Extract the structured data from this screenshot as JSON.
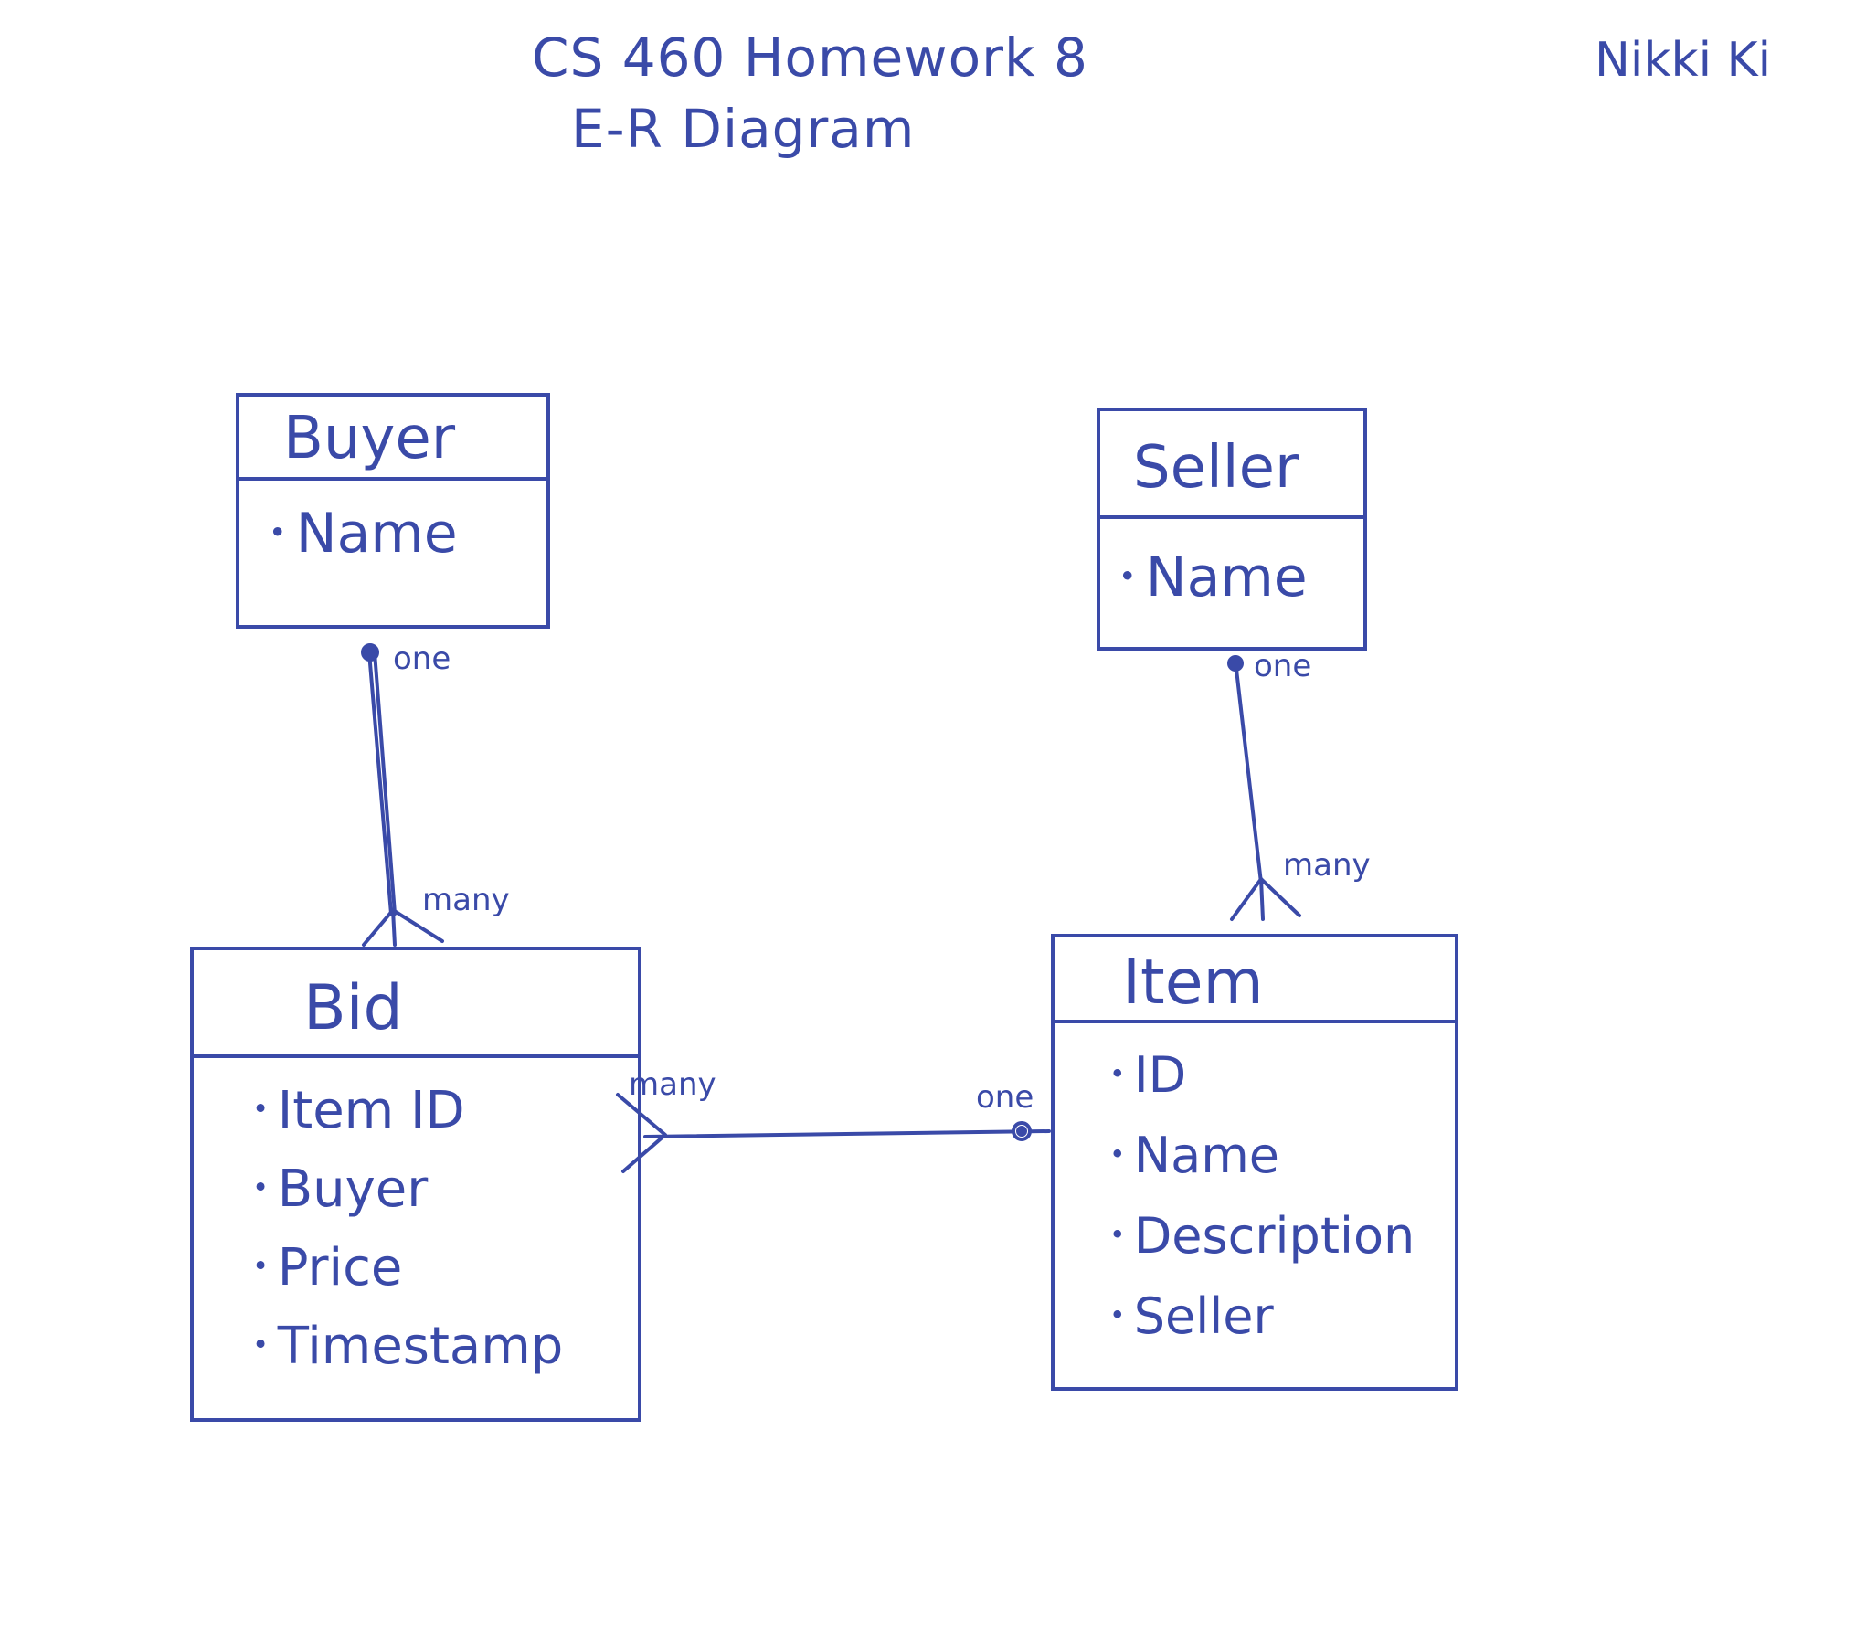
{
  "header": {
    "title_line1": "CS 460 Homework 8",
    "title_line2": "E-R Diagram",
    "author": "Nikki Ki"
  },
  "colors": {
    "ink": "#3a4aa8",
    "paper": "#ffffff"
  },
  "entities": {
    "buyer": {
      "name": "Buyer",
      "attributes": [
        "Name"
      ]
    },
    "seller": {
      "name": "Seller",
      "attributes": [
        "Name"
      ]
    },
    "bid": {
      "name": "Bid",
      "attributes": [
        "Item ID",
        "Buyer",
        "Price",
        "Timestamp"
      ]
    },
    "item": {
      "name": "Item",
      "attributes": [
        "ID",
        "Name",
        "Description",
        "Seller"
      ]
    }
  },
  "relationships": {
    "buyer_bid": {
      "from_label": "one",
      "to_label": "many"
    },
    "seller_item": {
      "from_label": "one",
      "to_label": "many"
    },
    "bid_item": {
      "from_label": "many",
      "to_label": "one"
    }
  }
}
